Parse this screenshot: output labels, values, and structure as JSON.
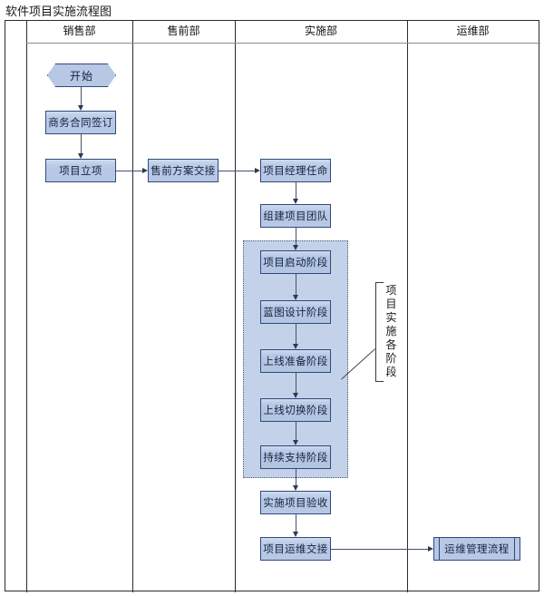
{
  "document": {
    "title": "软件项目实施流程图"
  },
  "swimlanes": {
    "headers": [
      {
        "label": "销售部"
      },
      {
        "label": "售前部"
      },
      {
        "label": "实施部"
      },
      {
        "label": "运维部"
      }
    ]
  },
  "nodes": {
    "start": {
      "label": "开始",
      "shape": "hexagon",
      "lane": "销售部"
    },
    "contract": {
      "label": "商务合同签订",
      "shape": "process",
      "lane": "销售部"
    },
    "initiation": {
      "label": "项目立项",
      "shape": "process",
      "lane": "销售部"
    },
    "presales_handover": {
      "label": "售前方案交接",
      "shape": "process",
      "lane": "售前部"
    },
    "pm_appoint": {
      "label": "项目经理任命",
      "shape": "process",
      "lane": "实施部"
    },
    "build_team": {
      "label": "组建项目团队",
      "shape": "process",
      "lane": "实施部"
    },
    "phase_kickoff": {
      "label": "项目启动阶段",
      "shape": "process",
      "lane": "实施部"
    },
    "phase_blueprint": {
      "label": "蓝图设计阶段",
      "shape": "process",
      "lane": "实施部"
    },
    "phase_golive_prep": {
      "label": "上线准备阶段",
      "shape": "process",
      "lane": "实施部"
    },
    "phase_golive_cut": {
      "label": "上线切换阶段",
      "shape": "process",
      "lane": "实施部"
    },
    "phase_support": {
      "label": "持续支持阶段",
      "shape": "process",
      "lane": "实施部"
    },
    "acceptance": {
      "label": "实施项目验收",
      "shape": "process",
      "lane": "实施部"
    },
    "ops_handover": {
      "label": "项目运维交接",
      "shape": "process",
      "lane": "实施部"
    },
    "ops_process": {
      "label": "运维管理流程",
      "shape": "predefined-process",
      "lane": "运维部"
    }
  },
  "annotation": {
    "bracket_label": "项目实施各阶段",
    "bracket_chars": [
      "项",
      "目",
      "实",
      "施",
      "各",
      "阶",
      "段"
    ]
  },
  "colors": {
    "node_fill": "#b6c8e4",
    "node_border": "#30497a",
    "phase_container_fill": "#c3d2e8",
    "connector": "#44526b",
    "table_border": "#2b2b2b"
  }
}
